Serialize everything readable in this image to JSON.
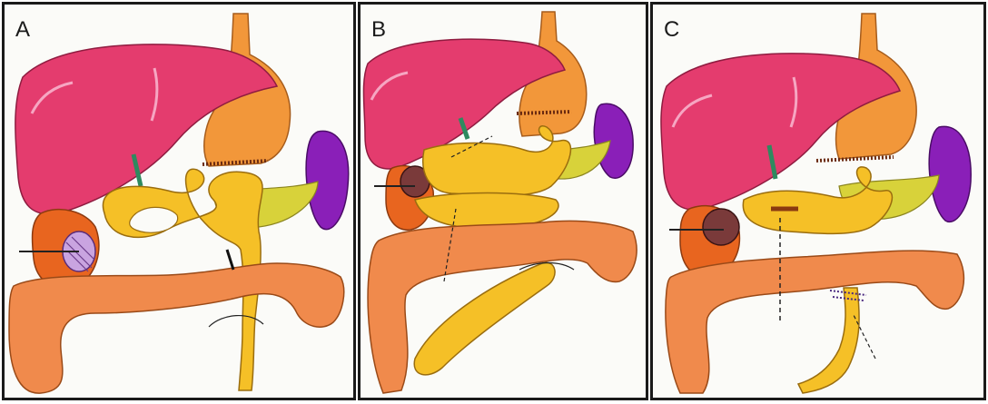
{
  "figure": {
    "panels": [
      {
        "label": "A"
      },
      {
        "label": "B"
      },
      {
        "label": "C"
      }
    ]
  }
}
